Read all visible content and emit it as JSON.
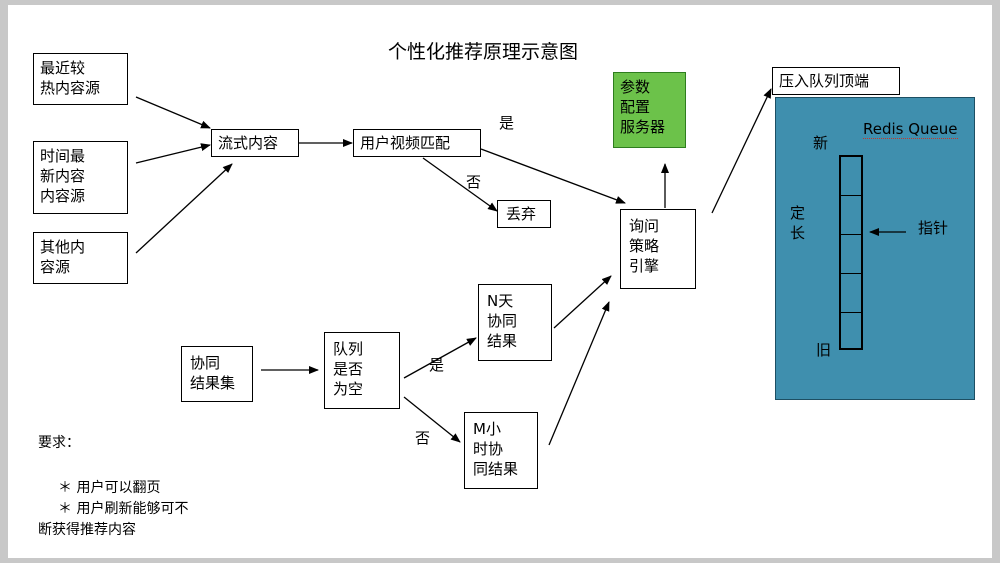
{
  "title": "个性化推荐原理示意图",
  "nodes": {
    "hot_content": "最近较\n热内容源",
    "new_content": "时间最\n新内容\n内容源",
    "other_content": "其他内\n容源",
    "stream_content": "流式内容",
    "user_video_match": "用户视频匹配",
    "discard": "丢弃",
    "param_server": "参数\n配置\n服务器",
    "policy_engine": "询问\n策略\n引擎",
    "collab_result_set": "协同\n结果集",
    "queue_empty": "队列\n是否\n为空",
    "n_day_collab": "N天\n协同\n结果",
    "m_hour_collab": "M小\n时协\n同结果",
    "queue_top": "压入队列顶端"
  },
  "edge_labels": {
    "match_yes": "是",
    "match_no": "否",
    "queue_yes": "是",
    "queue_no": "否"
  },
  "redis": {
    "title": "Redis Queue",
    "new_label": "新",
    "old_label": "旧",
    "fixed_length": "定\n长",
    "pointer": "指针"
  },
  "requirements": {
    "heading": "要求：",
    "item1": "＊ 用户可以翻页",
    "item2": "＊ 用户刷新能够可不",
    "item2_cont": "断获得推荐内容"
  },
  "colors": {
    "param_server_fill": "#6cc24a",
    "redis_panel_fill": "#3f8fae"
  }
}
